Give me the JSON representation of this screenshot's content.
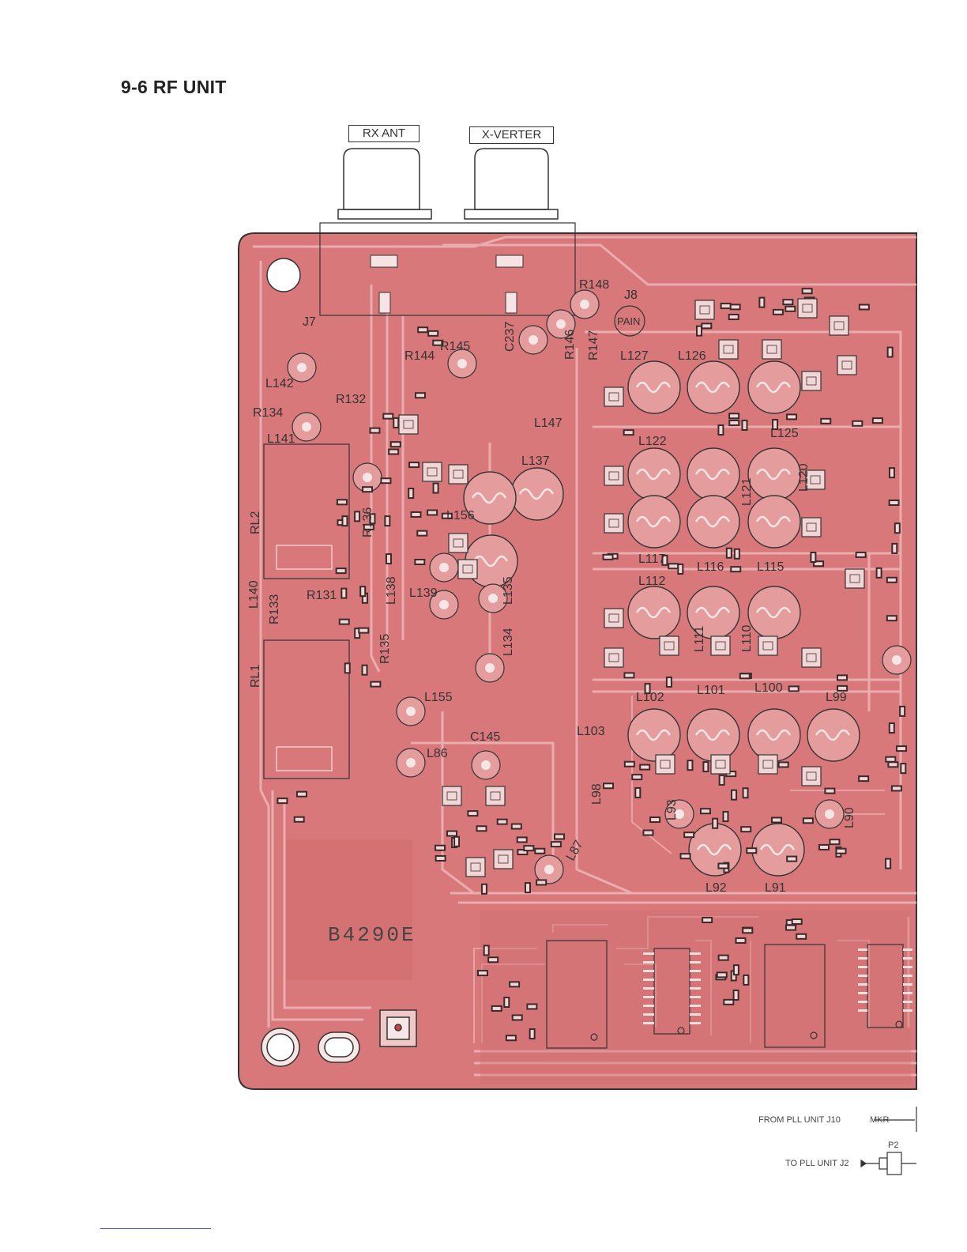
{
  "section_title": "9-6  RF UNIT",
  "connectors": {
    "rx_ant": "RX ANT",
    "x_verter": "X-VERTER"
  },
  "board_code": "B4290E",
  "labels": {
    "j7": "J7",
    "j8": "J8",
    "pain": "PAIN",
    "r148": "R148",
    "r145": "R145",
    "r144": "R144",
    "r146": "R146",
    "r147": "R147",
    "c237": "C237",
    "r132": "R132",
    "r134": "R134",
    "l142": "L142",
    "l141": "L141",
    "rl2": "RL2",
    "rl1": "RL1",
    "r136": "R136",
    "r131": "R131",
    "r133": "R133",
    "l140": "L140",
    "r135": "R135",
    "l138": "L138",
    "l139": "L139",
    "l135": "L135",
    "l134": "L134",
    "l137": "L137",
    "l156": "L156",
    "l155": "L155",
    "l147": "L147",
    "l127": "L127",
    "l126": "L126",
    "l125": "L125",
    "l122": "L122",
    "l121": "L121",
    "l120": "L120",
    "l117": "L117",
    "l116": "L116",
    "l115": "L115",
    "l112": "L112",
    "l111": "L111",
    "l110": "L110",
    "l102": "L102",
    "l101": "L101",
    "l100": "L100",
    "l99": "L99",
    "l103": "L103",
    "l98": "L98",
    "l93": "L93",
    "l90": "L90",
    "l92": "L92",
    "l91": "L91",
    "l86": "L86",
    "c145": "C145",
    "l87": "L87"
  },
  "notes": {
    "from_pll": "FROM PLL UNIT J10",
    "mkr": "MKR",
    "p2": "P2",
    "to_pll": "TO PLL UNIT J2"
  },
  "colors": {
    "board": "#d9787a",
    "trace": "#e9a9aa",
    "silk": "#f4dede",
    "outline": "#333333"
  }
}
